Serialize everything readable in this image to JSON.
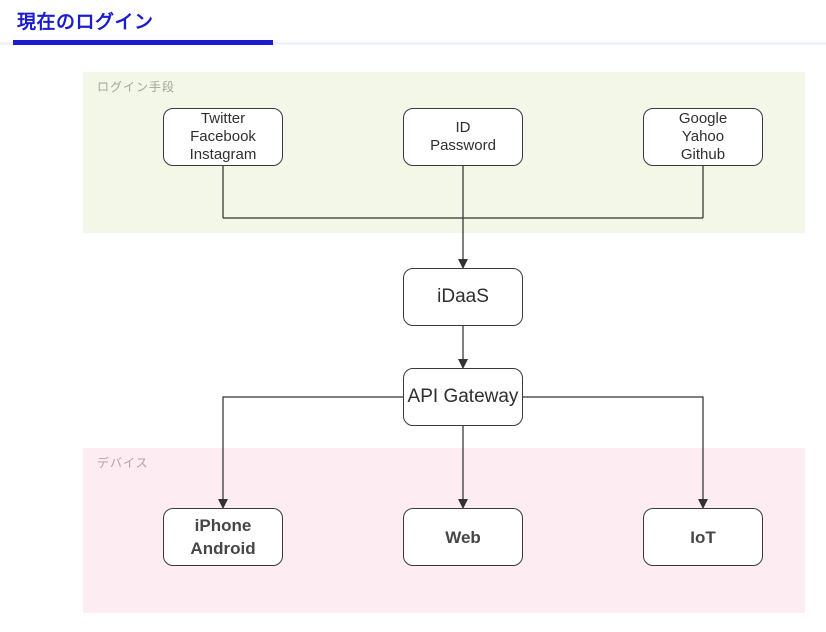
{
  "title": {
    "text": "現在のログイン"
  },
  "diagram": {
    "regions": [
      {
        "id": "login-methods",
        "label": "ログイン手段"
      },
      {
        "id": "devices",
        "label": "デバイス"
      }
    ],
    "nodes": [
      {
        "id": "social-left",
        "lines": [
          "Twitter",
          "Facebook",
          "Instagram"
        ]
      },
      {
        "id": "id-password",
        "lines": [
          "ID",
          "Password"
        ]
      },
      {
        "id": "social-right",
        "lines": [
          "Google",
          "Yahoo",
          "Github"
        ]
      },
      {
        "id": "idaas",
        "lines": [
          "iDaaS"
        ]
      },
      {
        "id": "api-gateway",
        "lines": [
          "API Gateway"
        ]
      },
      {
        "id": "iphone-android",
        "lines": [
          "iPhone",
          "Android"
        ]
      },
      {
        "id": "web",
        "lines": [
          "Web"
        ]
      },
      {
        "id": "iot",
        "lines": [
          "IoT"
        ]
      }
    ],
    "edges": [
      {
        "from": "social-left",
        "to": "idaas"
      },
      {
        "from": "id-password",
        "to": "idaas"
      },
      {
        "from": "social-right",
        "to": "idaas"
      },
      {
        "from": "idaas",
        "to": "api-gateway"
      },
      {
        "from": "api-gateway",
        "to": "iphone-android"
      },
      {
        "from": "api-gateway",
        "to": "web"
      },
      {
        "from": "api-gateway",
        "to": "iot"
      }
    ]
  },
  "colors": {
    "accent_blue": "#1c1ccf",
    "underline_light": "#eef3f9",
    "region_login_bg": "#f3f7e8",
    "region_devices_bg": "#fdecf1",
    "node_border": "#3a3a3a",
    "connector": "#333333"
  }
}
